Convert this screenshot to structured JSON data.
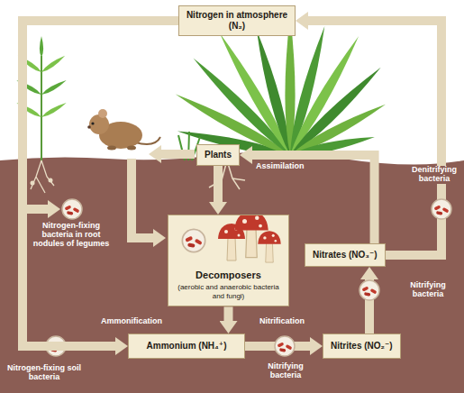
{
  "diagram": {
    "nodes": [
      {
        "text": [
          "Nitrogen in atmosphere (N₂)"
        ]
      },
      {
        "text": [
          "Plants"
        ]
      },
      {
        "text": [
          "Decomposers",
          "(aerobic and anaerobic bacteria and fungi)"
        ]
      },
      {
        "text": [
          "Nitrates (NO₃⁻)"
        ]
      },
      {
        "text": [
          "Ammonium (NH₄⁺)"
        ]
      },
      {
        "text": [
          "Nitrites (NO₂⁻)"
        ]
      }
    ],
    "edges": [
      {
        "from": 0,
        "to": 4,
        "arrow": "to"
      },
      {
        "from": 3,
        "to": 0,
        "arrow": "to"
      },
      {
        "from": 3,
        "to": 1,
        "arrow": "to"
      },
      {
        "from": 1,
        "to": 2,
        "arrow": "to"
      },
      {
        "from": 2,
        "to": 4,
        "arrow": "to"
      },
      {
        "from": 4,
        "to": 5,
        "arrow": "to"
      },
      {
        "from": 5,
        "to": 3,
        "arrow": "to"
      }
    ],
    "labels": [
      "Nitrogen-fixing bacteria in root nodules of legumes",
      "Assimilation",
      "Denitrifying bacteria",
      "Ammonification",
      "Nitrification",
      "Nitrifying bacteria",
      "Nitrogen-fixing soil bacteria",
      "Nitrifying bacteria"
    ]
  }
}
